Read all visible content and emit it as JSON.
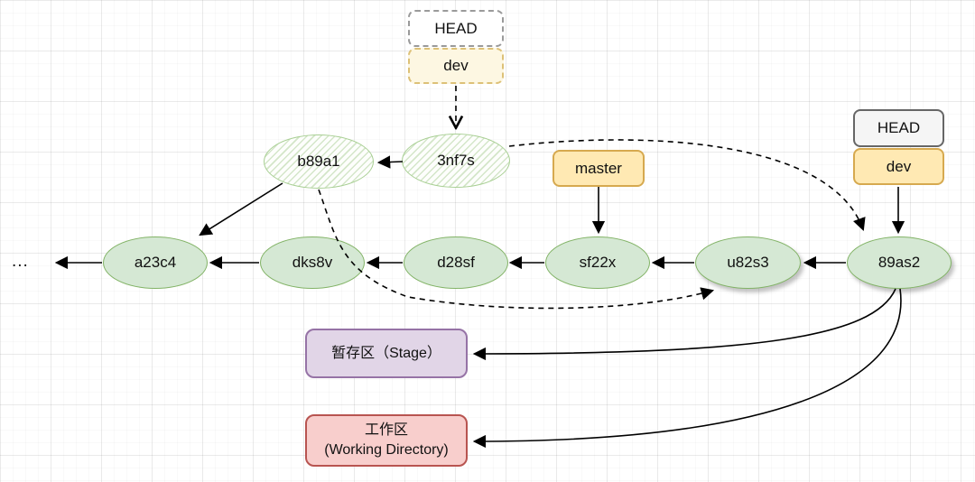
{
  "pointers": {
    "floating_head": "HEAD",
    "floating_dev": "dev",
    "master": "master",
    "right_head": "HEAD",
    "right_dev": "dev"
  },
  "commits": {
    "older": "...",
    "a23c4": "a23c4",
    "dks8v": "dks8v",
    "d28sf": "d28sf",
    "sf22x": "sf22x",
    "u82s3": "u82s3",
    "89as2": "89as2",
    "b89a1": "b89a1",
    "3nf7s": "3nf7s"
  },
  "areas": {
    "stage": "暂存区（Stage）",
    "working_line1": "工作区",
    "working_line2": "(Working Directory)"
  },
  "colors": {
    "commit_fill": "#d5e8d4",
    "commit_border": "#82b366",
    "sketch_commit_hatch": "#96c37d",
    "branch_fill": "#ffe9b3",
    "branch_border": "#d6a94f",
    "head_fill": "#f5f5f5",
    "head_border": "#666666",
    "stage_fill": "#e1d5e7",
    "stage_border": "#9673a6",
    "working_fill": "#f8cecc",
    "working_border": "#b85450",
    "edge": "#000000"
  }
}
